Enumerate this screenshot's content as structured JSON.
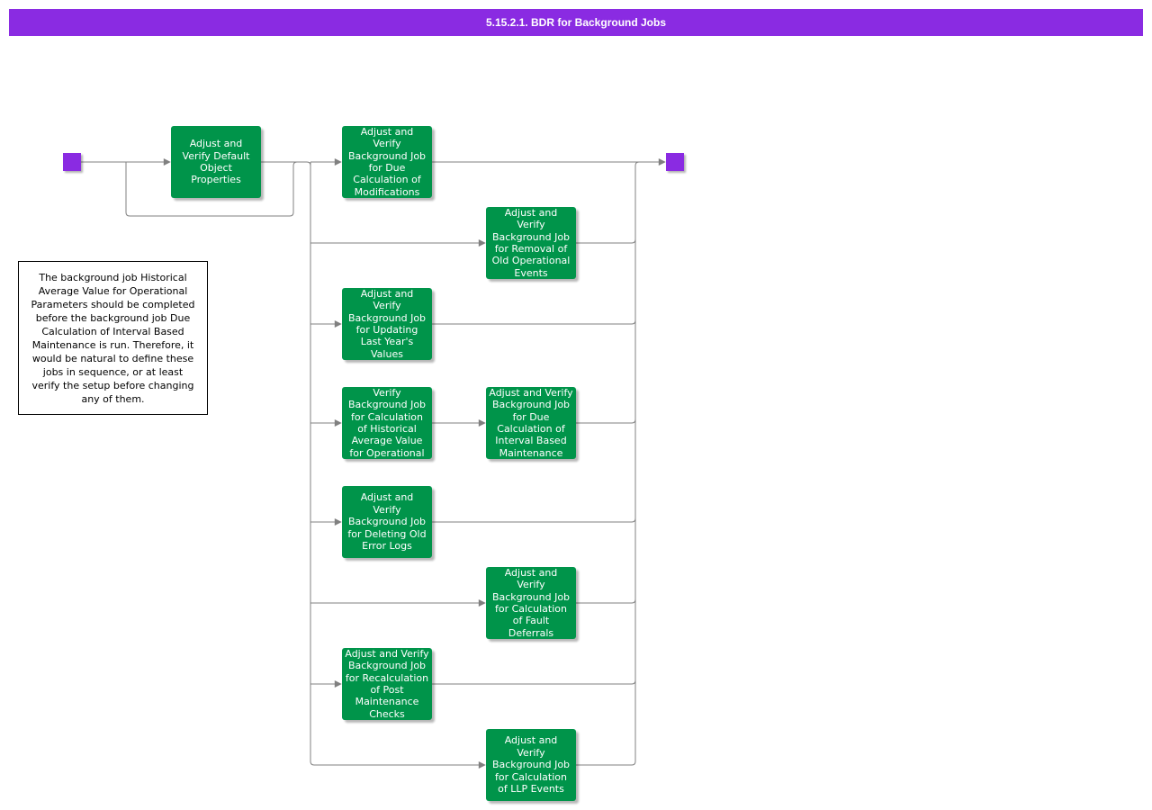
{
  "title": "5.15.2.1. BDR for Background Jobs",
  "nodes": {
    "default_object_properties": "Adjust and\nVerify Default\nObject\nProperties",
    "due_calc_modifications": "Adjust and\nVerify\nBackground Job\nfor Due\nCalculation of\nModifications",
    "removal_old_operational_events": "Adjust and\nVerify\nBackground Job\nfor Removal of\nOld Operational\nEvents",
    "updating_last_years_values": "Adjust and\nVerify\nBackground Job\nfor Updating\nLast Year's\nValues",
    "historical_average_value": "Verify\nBackground Job\nfor Calculation\nof Historical\nAverage Value\nfor Operational",
    "due_calc_interval_based": "Adjust and Verify\nBackground Job\nfor Due\nCalculation of\nInterval Based\nMaintenance",
    "deleting_old_error_logs": "Adjust and\nVerify\nBackground Job\nfor Deleting Old\nError Logs",
    "calc_fault_deferrals": "Adjust and\nVerify\nBackground Job\nfor Calculation\nof Fault\nDeferrals",
    "recalc_post_maintenance_checks": "Adjust and Verify\nBackground Job\nfor Recalculation\nof Post\nMaintenance\nChecks",
    "calc_llp_events": "Adjust and\nVerify\nBackground Job\nfor Calculation\nof LLP Events"
  },
  "note": "The background job Historical Average Value for Operational Parameters should be completed before the background job Due Calculation of Interval Based Maintenance is run. Therefore, it would be natural to define these jobs in sequence, or at least verify the setup before changing any of them.",
  "colors": {
    "header": "#8a2be2",
    "terminal": "#8a2be2",
    "node": "#00944a",
    "wire": "#808080"
  }
}
